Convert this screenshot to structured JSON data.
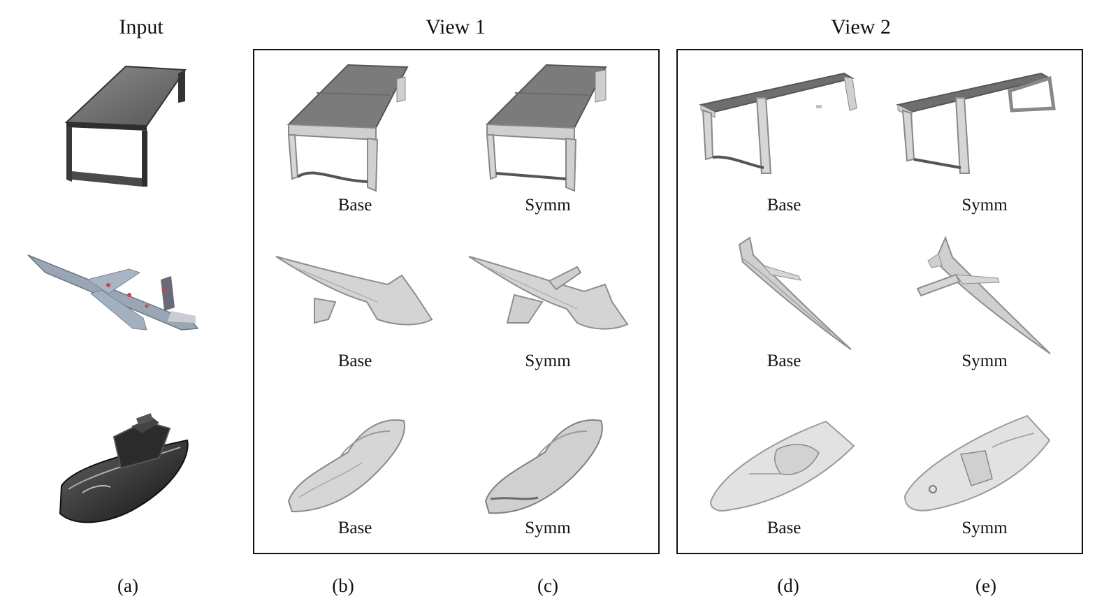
{
  "headers": {
    "input": "Input",
    "view1": "View 1",
    "view2": "View 2"
  },
  "cell_labels": {
    "base": "Base",
    "symm": "Symm"
  },
  "subfigure_letters": [
    "(a)",
    "(b)",
    "(c)",
    "(d)",
    "(e)"
  ],
  "rows": [
    "table",
    "airplane",
    "boat"
  ],
  "colors": {
    "frame": "#111111",
    "mesh_light": "#d9d9d9",
    "mesh_mid": "#a9a9a9",
    "mesh_dark": "#6e6e6e",
    "input_table": "#5a5a5a",
    "input_jet": "#8a9bb0",
    "input_boat": "#2e2e2e"
  }
}
